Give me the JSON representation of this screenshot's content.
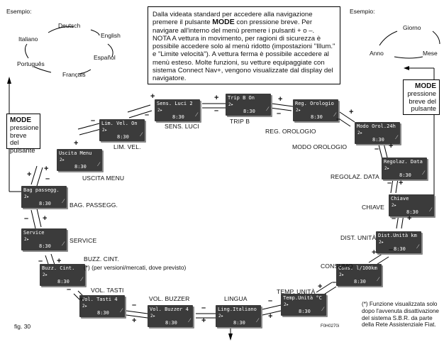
{
  "left_top": {
    "label": "Esempio:",
    "languages": [
      "Deutsch",
      "English",
      "Español",
      "Français",
      "Português",
      "Italiano"
    ]
  },
  "right_top": {
    "label": "Esempio:",
    "items": [
      "Giorno",
      "Mese",
      "Anno"
    ]
  },
  "note": {
    "p1_a": "Dalla videata standard per accedere alla navigazione premere il pulsante ",
    "p1_b": "MODE",
    "p1_c": " con pressione breve. Per navigare all'interno del menù premere i pulsanti + o –.",
    "p2": "NOTA A vettura in movimento, per ragioni di sicurezza è possibile accedere solo al menù ridotto (impostazioni \"Illum.\" e \"Limite velocità\"). A vettura ferma è possibile accedere al menù esteso. Molte funzioni, su vetture equipaggiate con sistema Connect Nav+, vengono visualizzate dal display del navigatore."
  },
  "mode_left": {
    "title": "MODE",
    "text": "pressione breve del pulsante"
  },
  "mode_right": {
    "title": "MODE",
    "text": "pressione breve del pulsante"
  },
  "displays": [
    {
      "id": "sens-luci",
      "screen": "Sens. Luci 2",
      "time": "8:30",
      "label": "SENS. LUCI"
    },
    {
      "id": "trip-b",
      "screen": "Trip B     On",
      "time": "8:30",
      "label": "TRIP B"
    },
    {
      "id": "reg-orologio",
      "screen": "Reg. Orologio",
      "time": "8:30",
      "label": "REG. OROLOGIO"
    },
    {
      "id": "modo-orologio",
      "screen": "Modo Orol.24h",
      "time": "8:30",
      "label": "MODO OROLOGIO"
    },
    {
      "id": "regolaz-data",
      "screen": "Regolaz. Data",
      "time": "8:30",
      "label": "REGOLAZ. DATA"
    },
    {
      "id": "chiave",
      "screen": "Chiave",
      "time": "8:30",
      "label": "CHIAVE"
    },
    {
      "id": "dist-unita",
      "screen": "Dist.Unità km",
      "time": "8:30",
      "label": "DIST. UNITÀ"
    },
    {
      "id": "consumo",
      "screen": "Cons. l/100km",
      "time": "8:30",
      "label": "CONSUMO"
    },
    {
      "id": "temp-unita",
      "screen": "Temp.Unità °C",
      "time": "8:30",
      "label": "TEMP. UNITÀ"
    },
    {
      "id": "lingua",
      "screen": "Ling.Italiano",
      "time": "8:30",
      "label": "LINGUA"
    },
    {
      "id": "vol-buzzer",
      "screen": "Vol. Buzzer 4",
      "time": "8:30",
      "label": "VOL. BUZZER"
    },
    {
      "id": "vol-tasti",
      "screen": "Vol. Tasti  4",
      "time": "8:30",
      "label": "VOL. TASTI"
    },
    {
      "id": "buzz-cint",
      "screen": "Buzz. Cint.",
      "time": "8:30",
      "label": "BUZZ. CINT."
    },
    {
      "id": "service",
      "screen": "Service",
      "time": "8:30",
      "label": "SERVICE"
    },
    {
      "id": "bag-passegg",
      "screen": "Bag passegg.",
      "time": "8:30",
      "label": "BAG. PASSEGG."
    },
    {
      "id": "uscita-menu",
      "screen": "Uscita Menu",
      "time": "8:30",
      "label": "USCITA MENU"
    },
    {
      "id": "lim-vel",
      "screen": "Lim. Vel.  On",
      "time": "8:30",
      "label": "LIM. VEL."
    }
  ],
  "buzz_note": "(*) (per versioni/mercati, dove previsto)",
  "footnote": "(*) Funzione visualizzata solo dopo l'avvenuta disattivazione del sistema S.B.R. da parte della Rete Assistenziale Fiat.",
  "fig": "fig. 30",
  "code": "F0H0270i"
}
